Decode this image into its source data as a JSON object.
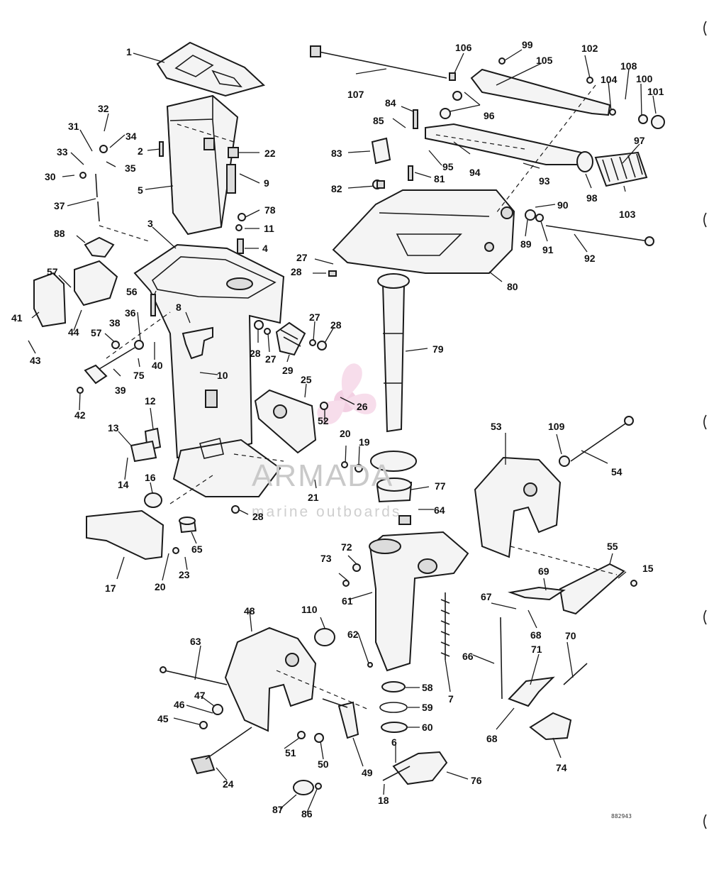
{
  "diagram": {
    "labels": [
      "1",
      "2",
      "3",
      "4",
      "5",
      "6",
      "7",
      "8",
      "9",
      "10",
      "11",
      "12",
      "13",
      "14",
      "15",
      "16",
      "17",
      "18",
      "19",
      "20",
      "20",
      "21",
      "22",
      "23",
      "24",
      "25",
      "26",
      "27",
      "27",
      "27",
      "28",
      "28",
      "28",
      "28",
      "29",
      "30",
      "31",
      "32",
      "33",
      "34",
      "35",
      "36",
      "37",
      "38",
      "39",
      "40",
      "41",
      "42",
      "43",
      "44",
      "45",
      "46",
      "47",
      "48",
      "49",
      "50",
      "51",
      "52",
      "53",
      "54",
      "55",
      "56",
      "57",
      "57",
      "58",
      "59",
      "60",
      "61",
      "62",
      "63",
      "64",
      "65",
      "66",
      "67",
      "68",
      "68",
      "69",
      "70",
      "71",
      "72",
      "73",
      "74",
      "75",
      "76",
      "77",
      "78",
      "79",
      "80",
      "81",
      "82",
      "83",
      "84",
      "85",
      "86",
      "87",
      "88",
      "89",
      "90",
      "91",
      "92",
      "93",
      "94",
      "95",
      "96",
      "97",
      "98",
      "99",
      "100",
      "101",
      "102",
      "103",
      "104",
      "105",
      "106",
      "107",
      "108",
      "109",
      "110"
    ],
    "watermark": {
      "brand": "ARMADA",
      "tagline": "marine outboards"
    },
    "figure_code": "882943"
  }
}
